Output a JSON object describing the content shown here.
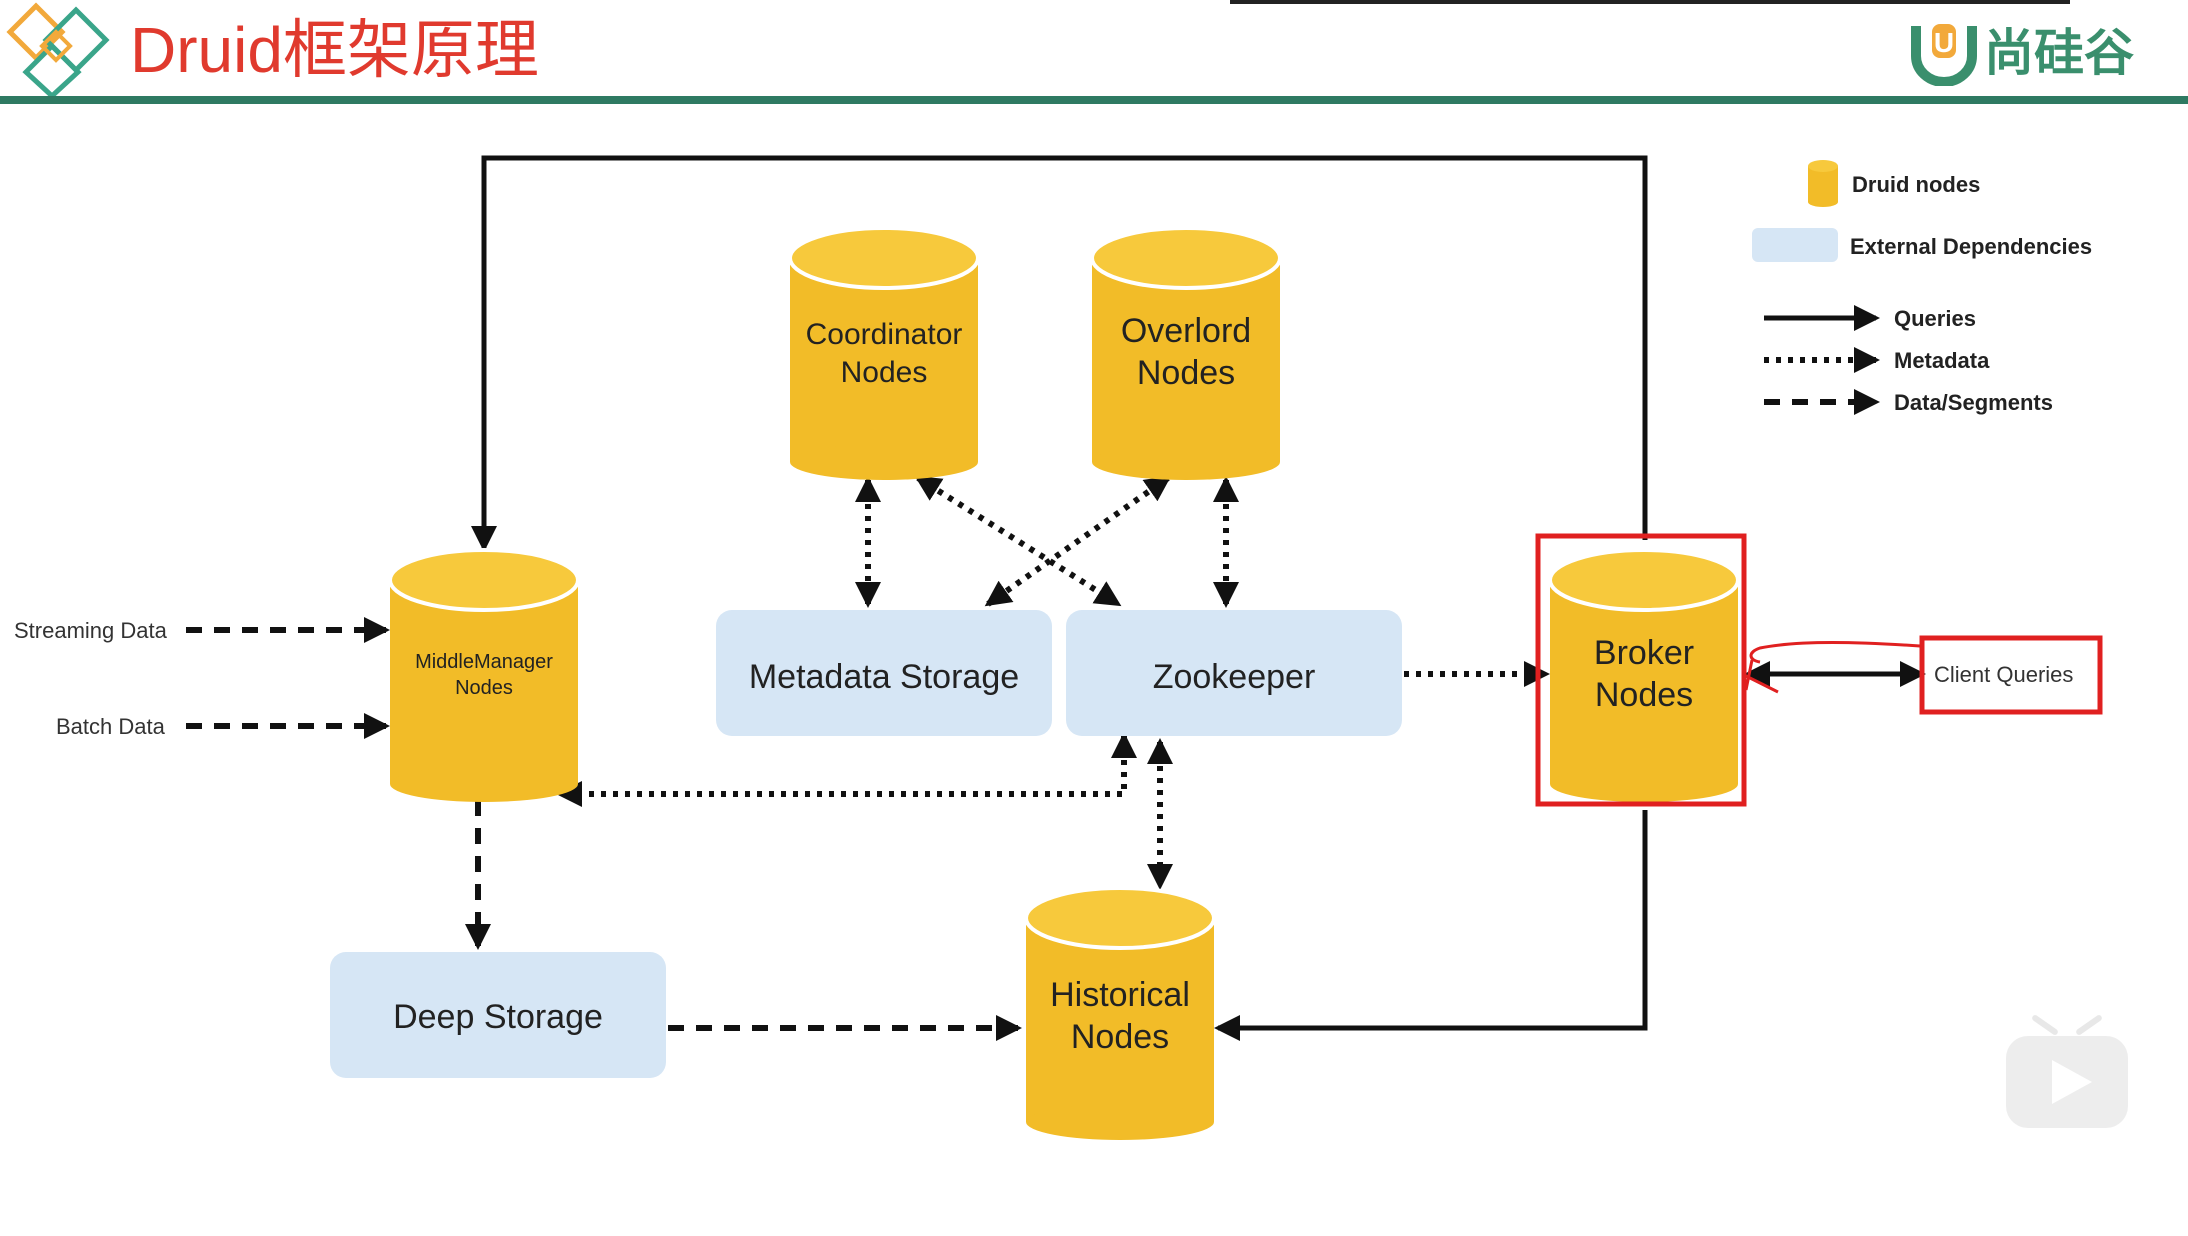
{
  "header": {
    "title": "Druid框架原理",
    "brand_name": "尚硅谷",
    "accent_color": "#e03a2e",
    "brand_color": "#3a8f6d"
  },
  "diagram": {
    "nodes": {
      "coordinator": [
        "Coordinator",
        "Nodes"
      ],
      "overlord": [
        "Overlord",
        "Nodes"
      ],
      "middlemanager": [
        "MiddleManager",
        "Nodes"
      ],
      "broker": [
        "Broker",
        "Nodes"
      ],
      "historical": [
        "Historical",
        "Nodes"
      ]
    },
    "external": {
      "metadata_storage": "Metadata Storage",
      "zookeeper": "Zookeeper",
      "deep_storage": "Deep Storage"
    },
    "inputs": {
      "streaming": "Streaming Data",
      "batch": "Batch Data",
      "client": "Client Queries"
    },
    "legend": {
      "druid_nodes": "Druid nodes",
      "external_deps": "External Dependencies",
      "queries": "Queries",
      "metadata": "Metadata",
      "data_segments": "Data/Segments"
    },
    "colors": {
      "node": "#f2bc28",
      "node_top": "#f7c93c",
      "external": "#d6e6f5",
      "highlight": "#e02020",
      "line": "#111111"
    }
  }
}
